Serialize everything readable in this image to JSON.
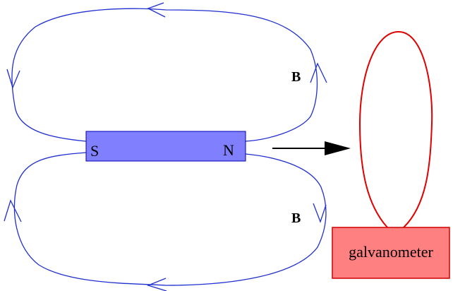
{
  "magnet": {
    "south_label": "S",
    "north_label": "N",
    "fill": "#8080ff",
    "stroke": "#0000b0"
  },
  "field": {
    "upper_label": "B",
    "lower_label": "B",
    "line_color": "#1f2fd0"
  },
  "motion_arrow": {
    "color": "#000000"
  },
  "coil": {
    "color": "#e00000"
  },
  "galvanometer": {
    "label": "galvanometer",
    "fill": "#ff8080",
    "stroke": "#d00000"
  }
}
